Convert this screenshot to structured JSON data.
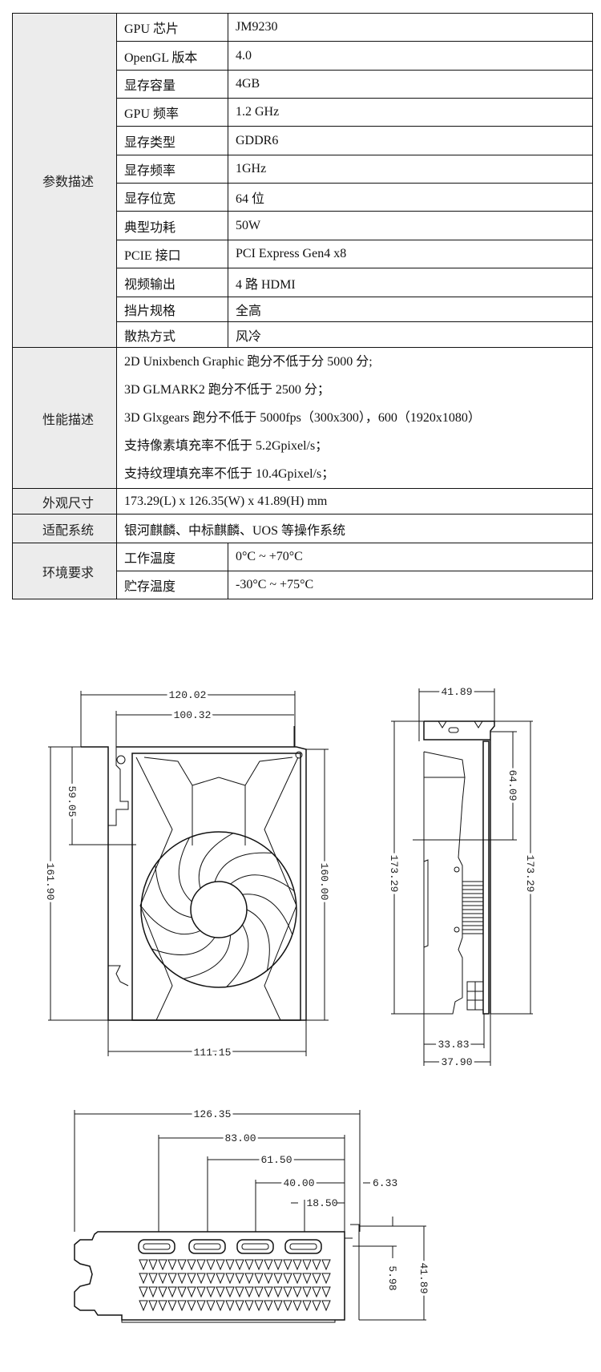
{
  "spec_table": {
    "params": {
      "category": "参数描述",
      "rows": [
        {
          "label": "GPU 芯片",
          "value": "JM9230"
        },
        {
          "label": "OpenGL 版本",
          "value": "4.0"
        },
        {
          "label": "显存容量",
          "value": "4GB"
        },
        {
          "label": "GPU 频率",
          "value": "1.2 GHz"
        },
        {
          "label": "显存类型",
          "value": "GDDR6"
        },
        {
          "label": "显存频率",
          "value": "1GHz"
        },
        {
          "label": "显存位宽",
          "value": "64 位"
        },
        {
          "label": "典型功耗",
          "value": "50W"
        },
        {
          "label": "PCIE 接口",
          "value": "PCI Express Gen4  x8"
        },
        {
          "label": "视频输出",
          "value": "4 路 HDMI"
        },
        {
          "label": "挡片规格",
          "value": "全高"
        },
        {
          "label": "散热方式",
          "value": "风冷"
        }
      ]
    },
    "performance": {
      "category": "性能描述",
      "lines": [
        "2D Unixbench Graphic 跑分不低于分 5000 分;",
        "3D GLMARK2 跑分不低于 2500 分；",
        "3D Glxgears 跑分不低于 5000fps（300x300），600（1920x1080）",
        "支持像素填充率不低于 5.2Gpixel/s；",
        "支持纹理填充率不低于  10.4Gpixel/s；"
      ]
    },
    "size": {
      "category": "外观尺寸",
      "value": "173.29(L) x 126.35(W) x 41.89(H) mm"
    },
    "os": {
      "category": "适配系统",
      "value": "银河麒麟、中标麒麟、UOS 等操作系统"
    },
    "env": {
      "category": "环境要求",
      "rows": [
        {
          "label": "工作温度",
          "value": "0°C ~ +70°C"
        },
        {
          "label": "贮存温度",
          "value": "-30°C ~ +75°C"
        }
      ]
    }
  },
  "drawings": {
    "front": {
      "d1": "120.02",
      "d2": "100.32",
      "d3": "59.05",
      "d4": "161.90",
      "d5": "160.00",
      "d6": "111.15"
    },
    "side": {
      "d1": "41.89",
      "d2": "64.09",
      "d3": "173.29",
      "d4": "173.29",
      "d5": "33.83",
      "d6": "37.90"
    },
    "bracket": {
      "d1": "126.35",
      "d2": "83.00",
      "d3": "61.50",
      "d4": "40.00",
      "d5": "18.50",
      "d6": "6.33",
      "d7": "5.98",
      "d8": "41.89"
    }
  }
}
